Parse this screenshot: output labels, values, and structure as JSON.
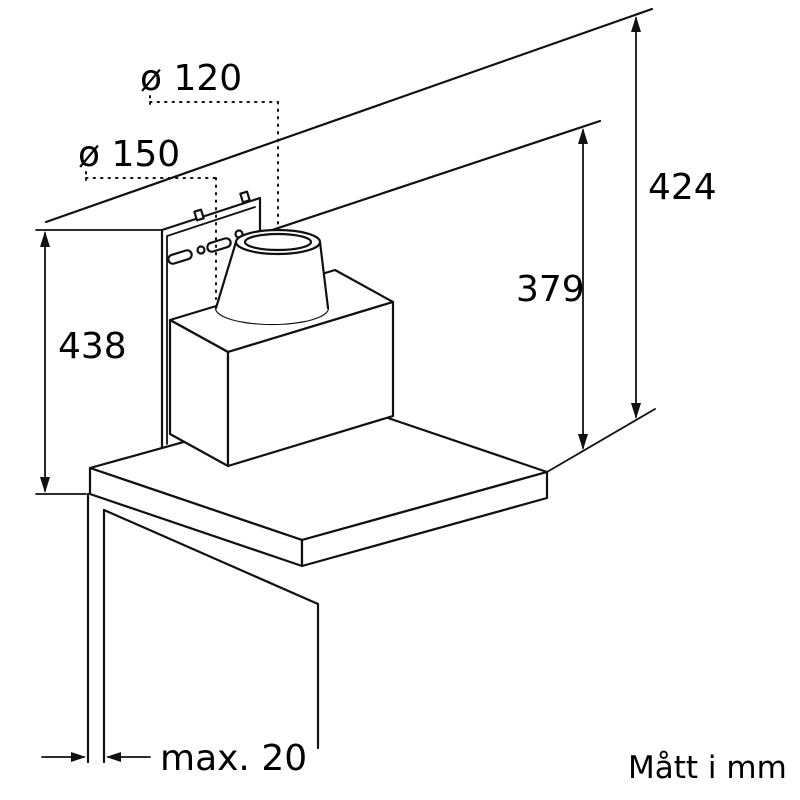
{
  "diagram": {
    "labels": {
      "height_left": "438",
      "height_right_outer": "424",
      "height_right_inner": "379",
      "diameter_top": "ø 120",
      "diameter_bottom": "ø 150",
      "wall_clearance": "max. 20",
      "units": "Mått i mm"
    },
    "colors": {
      "line": "#111111",
      "background": "#ffffff"
    }
  }
}
